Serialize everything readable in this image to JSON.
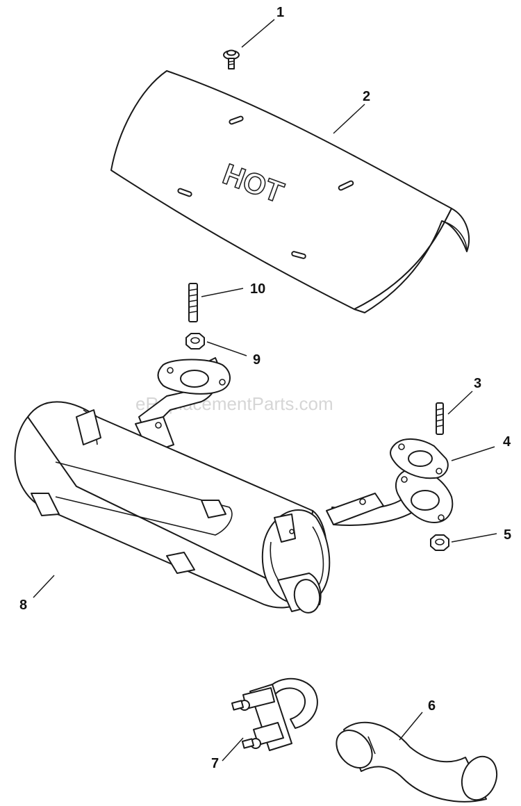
{
  "diagram": {
    "embossed_text": "HOT",
    "watermark": "eReplacementParts.com",
    "callouts": [
      {
        "id": "1",
        "label": "1",
        "part_icon": "screw-icon"
      },
      {
        "id": "2",
        "label": "2",
        "part_icon": "heat-shield-icon"
      },
      {
        "id": "3",
        "label": "3",
        "part_icon": "stud-icon"
      },
      {
        "id": "4",
        "label": "4",
        "part_icon": "gasket-icon"
      },
      {
        "id": "5",
        "label": "5",
        "part_icon": "nut-icon"
      },
      {
        "id": "6",
        "label": "6",
        "part_icon": "tailpipe-icon"
      },
      {
        "id": "7",
        "label": "7",
        "part_icon": "clamp-icon"
      },
      {
        "id": "8",
        "label": "8",
        "part_icon": "muffler-icon"
      },
      {
        "id": "9",
        "label": "9",
        "part_icon": "nut-icon"
      },
      {
        "id": "10",
        "label": "10",
        "part_icon": "stud-icon"
      }
    ]
  },
  "colors": {
    "line": "#1a1a1a",
    "background": "#ffffff",
    "watermark": "#d6d6d6"
  }
}
